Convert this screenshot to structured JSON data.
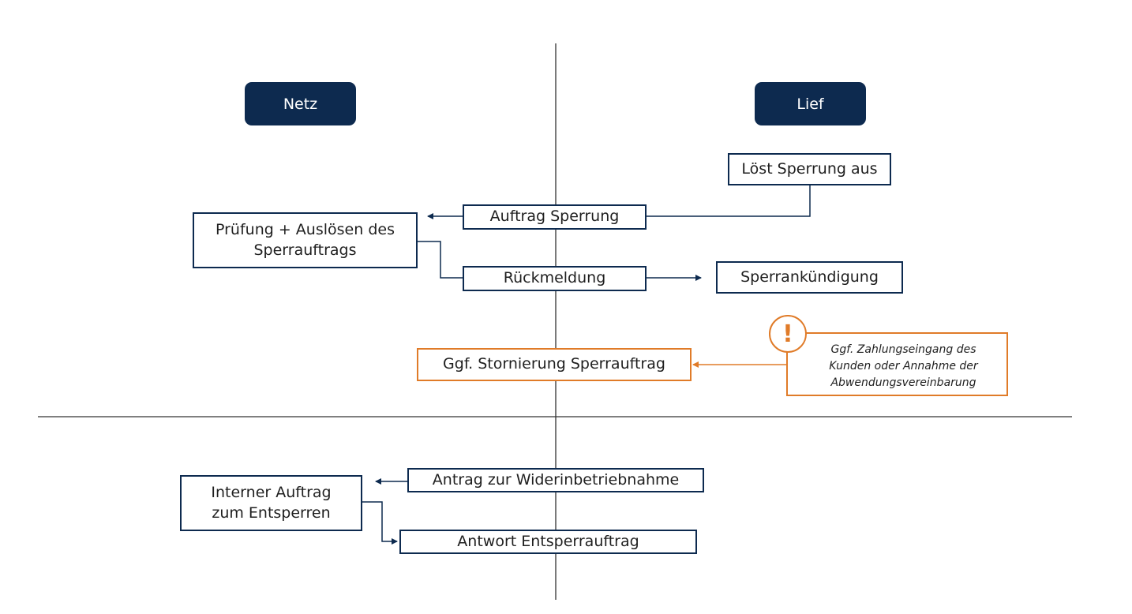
{
  "colors": {
    "navy": "#0d2a4f",
    "orange": "#e07b28",
    "line": "#333333"
  },
  "lanes": {
    "left": "Netz",
    "right": "Lief"
  },
  "boxes": {
    "loest_sperrung": "Löst Sperrung aus",
    "auftrag_sperrung": "Auftrag Sperrung",
    "pruefung": "Prüfung + Auslösen des Sperrauftrags",
    "rueckmeldung": "Rückmeldung",
    "sperrankuendigung": "Sperrankündigung",
    "stornierung": "Ggf. Stornierung Sperrauftrag",
    "antrag_wiederinbetriebnahme": "Antrag zur Widerinbetriebnahme",
    "interner_auftrag": "Interner Auftrag zum Entsperren",
    "antwort_entsperrauftrag": "Antwort Entsperrauftrag"
  },
  "note": {
    "icon": "exclamation-icon",
    "text": "Ggf. Zahlungseingang des Kunden oder  Annahme der Abwendungsvereinbarung"
  }
}
